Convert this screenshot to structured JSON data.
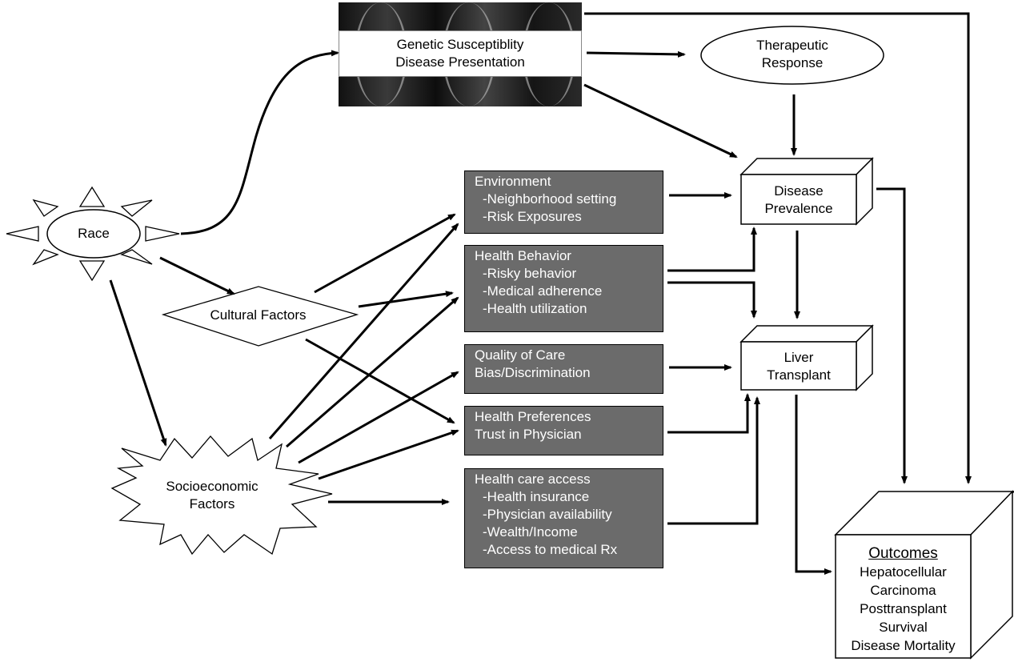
{
  "race": "Race",
  "cultural": "Cultural Factors",
  "socio": [
    "Socioeconomic",
    "Factors"
  ],
  "genetic": [
    "Genetic Susceptiblity",
    "Disease Presentation"
  ],
  "therapeutic": [
    "Therapeutic",
    "Response"
  ],
  "disease": [
    "Disease",
    "Prevalence"
  ],
  "liver": [
    "Liver",
    "Transplant"
  ],
  "environment": {
    "title": "Environment",
    "items": [
      "-Neighborhood setting",
      "-Risk Exposures"
    ]
  },
  "behavior": {
    "title": "Health Behavior",
    "items": [
      "-Risky behavior",
      "-Medical adherence",
      "-Health utilization"
    ]
  },
  "quality": {
    "title": "Quality of Care",
    "items": [
      "Bias/Discrimination"
    ]
  },
  "preferences": {
    "title": "Health Preferences",
    "items": [
      "Trust in Physician"
    ]
  },
  "access": {
    "title": "Health care access",
    "items": [
      "-Health insurance",
      "-Physician availability",
      "-Wealth/Income",
      "-Access to medical Rx"
    ]
  },
  "outcomes": {
    "title": "Outcomes",
    "items": [
      "Hepatocellular",
      "Carcinoma",
      "Posttransplant",
      "Survival",
      "Disease Mortality"
    ]
  },
  "colors": {
    "box_fill": "#6b6b6b",
    "line": "#000000"
  }
}
